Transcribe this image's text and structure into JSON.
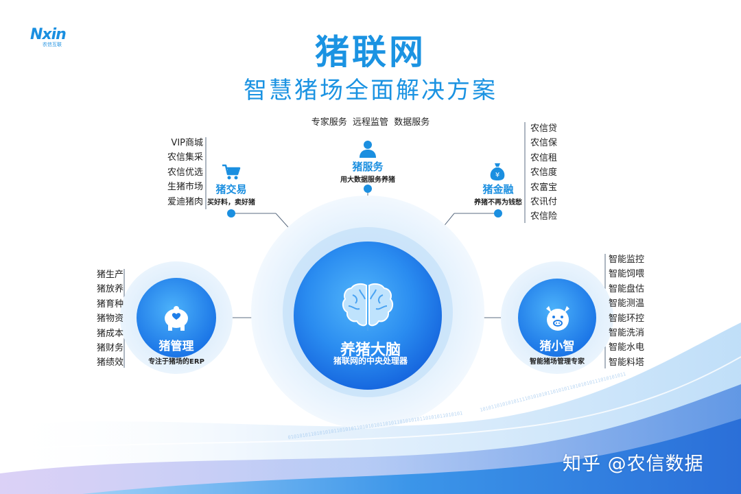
{
  "logo": {
    "main": "Nxin",
    "sub": "农信互联"
  },
  "title": "猪联网",
  "subtitle": "智慧猪场全面解决方案",
  "services_line": "专家服务  远程监管  数据服务",
  "nodes": {
    "trade": {
      "title": "猪交易",
      "desc": "买好料，卖好猪",
      "icon": "shopping-cart-icon",
      "items": [
        "VIP商城",
        "农信集采",
        "农信优选",
        "生猪市场",
        "爱迪猪肉"
      ]
    },
    "service": {
      "title": "猪服务",
      "desc": "用大数据服务养猪",
      "icon": "person-icon"
    },
    "finance": {
      "title": "猪金融",
      "desc": "养猪不再为钱愁",
      "icon": "money-bag-icon",
      "items": [
        "农信贷",
        "农信保",
        "农信租",
        "农信度",
        "农富宝",
        "农讯付",
        "农信险"
      ]
    },
    "management": {
      "title": "猪管理",
      "desc": "专注于猪场的ERP",
      "icon": "piggy-bank-icon",
      "items": [
        "猪生产",
        "猪放养",
        "猪育种",
        "猪物资",
        "猪成本",
        "猪财务",
        "猪绩效"
      ]
    },
    "smart": {
      "title": "猪小智",
      "desc": "智能猪场管理专家",
      "icon": "pig-face-icon",
      "items": [
        "智能监控",
        "智能饲喂",
        "智能盘估",
        "智能测温",
        "智能环控",
        "智能洗消",
        "智能水电",
        "智能料塔"
      ]
    },
    "brain": {
      "title": "养猪大脑",
      "desc": "猪联网的中央处理器",
      "icon": "brain-icon"
    }
  },
  "watermark": "知乎 @农信数据",
  "colors": {
    "primary": "#1b93e2",
    "deep": "#1677e8",
    "light": "#d9ecfb"
  }
}
